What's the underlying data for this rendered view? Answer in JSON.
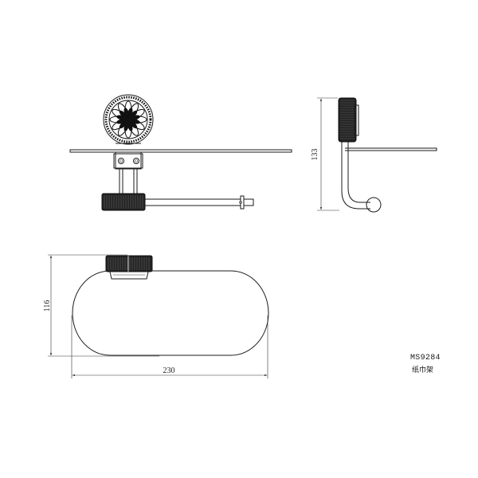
{
  "drawing": {
    "model_code": "MS9284",
    "product_name": "纸巾架",
    "dimensions": {
      "side_height": "133",
      "plan_depth": "116",
      "plan_width": "230"
    }
  }
}
